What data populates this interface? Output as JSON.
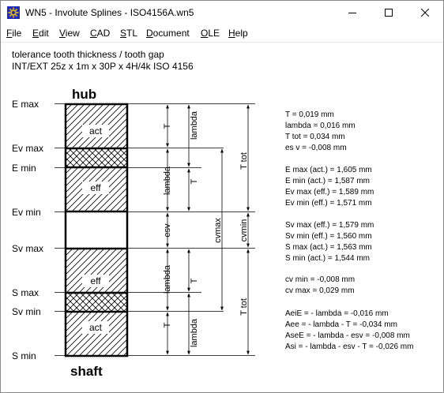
{
  "window": {
    "title": "WN5 - Involute Splines  -  ISO4156A.wn5",
    "controls": {
      "minimize": "minimize-icon",
      "maximize": "maximize-icon",
      "close": "close-icon"
    }
  },
  "menu": [
    {
      "key": "F",
      "rest": "ile"
    },
    {
      "key": "E",
      "rest": "dit"
    },
    {
      "key": "V",
      "rest": "iew"
    },
    {
      "key": "C",
      "rest": "AD"
    },
    {
      "key": "S",
      "rest": "TL"
    },
    {
      "key": "D",
      "rest": "ocument"
    },
    {
      "key": "O",
      "rest": "LE"
    },
    {
      "key": "H",
      "rest": "elp"
    }
  ],
  "header": {
    "line1": "tolerance tooth thickness / tooth gap",
    "line2": "INT/EXT 25z x 1m x 30P x 4H/4k  ISO 4156"
  },
  "diagram": {
    "hub_label": "hub",
    "shaft_label": "shaft",
    "levels": {
      "e_max": "E max",
      "ev_max": "Ev max",
      "e_min": "E min",
      "ev_min": "Ev min",
      "sv_max": "Sv max",
      "s_max": "S max",
      "sv_min": "Sv min",
      "s_min": "S min"
    },
    "zones": {
      "act_top": "act",
      "eff_top": "eff",
      "eff_bottom": "eff",
      "act_bottom": "act"
    },
    "dims": {
      "T_a": "T",
      "lambda_a": "lambda",
      "lambda_b": "lambda",
      "T_b": "T",
      "esv": "esv",
      "cvmax": "cvmax",
      "cvmin": "cvmin",
      "T_tot_top": "T tot",
      "lambda_c": "lambda",
      "T_c": "T",
      "T_d": "T",
      "lambda_d": "lambda",
      "T_tot_bottom": "T tot"
    }
  },
  "values": [
    "T = 0,019 mm",
    "lambda = 0,016 mm",
    "T tot = 0,034 mm",
    "es v = -0,008 mm",
    "E max (act.) = 1,605 mm",
    "E min (act.) = 1,587 mm",
    "Ev max (eff.) = 1,589 mm",
    "Ev min (eff.) = 1,571 mm",
    "Sv max (eff.) = 1,579 mm",
    "Sv min (eff.) = 1,560 mm",
    "S max (act.) = 1,563 mm",
    "S min (act.) = 1,544 mm",
    "cv min = -0,008 mm",
    "cv max = 0,029 mm",
    "AeiE = - lambda = -0,016 mm",
    "Aee = - lambda - T = -0,034 mm",
    "AseE = - lambda - esv = -0,008 mm",
    "Asi = - lambda - esv - T = -0,026 mm"
  ],
  "colors": {
    "app_icon_bg": "#1d2bb8",
    "app_icon_fg": "#f2c200",
    "text": "#000000"
  }
}
